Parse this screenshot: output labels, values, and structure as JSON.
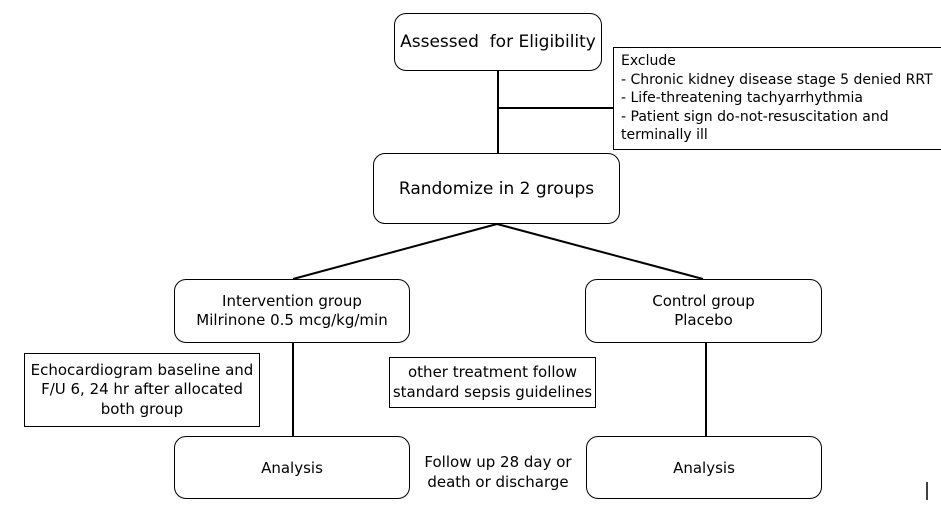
{
  "nodes": {
    "eligibility": {
      "text": "Assessed  for Eligibility"
    },
    "randomize": {
      "text": "Randomize in 2 groups"
    },
    "intervention": {
      "line1": "Intervention group",
      "line2": "Milrinone 0.5 mcg/kg/min"
    },
    "control": {
      "line1": "Control group",
      "line2": "Placebo"
    },
    "echo": {
      "line1": "Echocardiogram baseline and",
      "line2": "F/U 6, 24 hr after allocated",
      "line3": "both group"
    },
    "other_treatment": {
      "line1": "other treatment follow",
      "line2": "standard sepsis guidelines"
    },
    "analysis_left": {
      "text": "Analysis"
    },
    "analysis_right": {
      "text": "Analysis"
    }
  },
  "exclude": {
    "title": "Exclude",
    "items": [
      "- Chronic kidney disease stage 5 denied RRT",
      "- Life-threatening tachyarrhythmia",
      "- Patient sign do-not-resuscitation and",
      "terminally ill"
    ]
  },
  "follow_up": {
    "line1": "Follow up 28 day or",
    "line2": "death or discharge"
  }
}
